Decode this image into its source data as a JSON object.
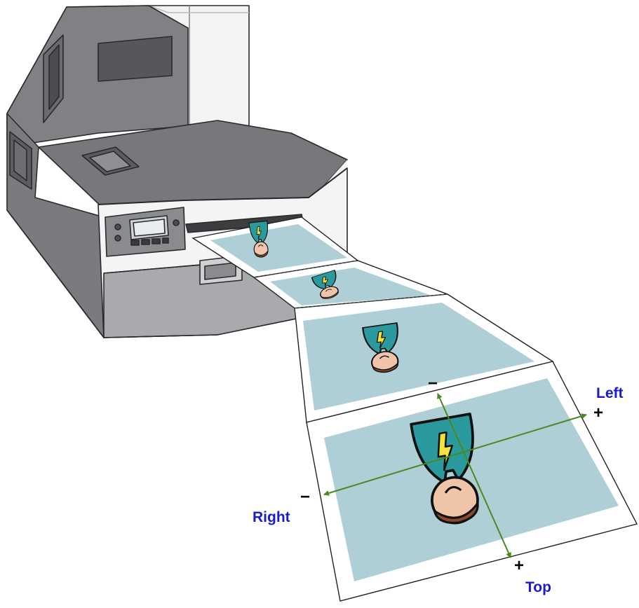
{
  "diagram": {
    "labels": {
      "left": "Left",
      "right": "Right",
      "top": "Top"
    },
    "signs": {
      "plus": "+",
      "minus": "−"
    },
    "colors": {
      "label_text": "#1a1ad6",
      "arrow": "#4a8a1e",
      "printer_body": "#7a7b7d",
      "printer_dark": "#55575a",
      "printer_front": "#f4f4f4",
      "label_background": "#aecfd6",
      "figure_teal": "#2a9a9e",
      "figure_skin": "#f0c4a8",
      "figure_hair": "#8a4a2a",
      "figure_bolt": "#f2e23a"
    },
    "icons": [
      "printer-illustration",
      "label-figure-icon",
      "double-arrow-icon"
    ]
  }
}
